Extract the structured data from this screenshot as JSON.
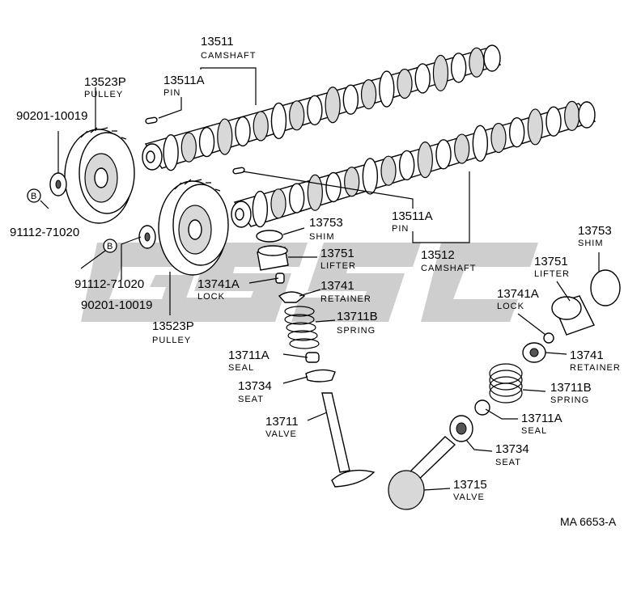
{
  "diagram": {
    "reference": "MA 6653-A",
    "watermark": "GSSC",
    "bolt_symbol": "B",
    "labels": [
      {
        "id": "camshaft-upper",
        "number": "13511",
        "name": "CAMSHAFT"
      },
      {
        "id": "pin-upper",
        "number": "13511A",
        "name": "PIN"
      },
      {
        "id": "pulley-upper",
        "number": "13523P",
        "name": "PULLEY"
      },
      {
        "id": "washer-upper",
        "number": "90201-10019",
        "name": ""
      },
      {
        "id": "bolt-upper",
        "number": "91112-71020",
        "name": ""
      },
      {
        "id": "bolt-lower",
        "number": "91112-71020",
        "name": ""
      },
      {
        "id": "washer-lower",
        "number": "90201-10019",
        "name": ""
      },
      {
        "id": "pulley-lower",
        "number": "13523P",
        "name": "PULLEY"
      },
      {
        "id": "pin-lower",
        "number": "13511A",
        "name": "PIN"
      },
      {
        "id": "camshaft-lower",
        "number": "13512",
        "name": "CAMSHAFT"
      },
      {
        "id": "shim-left",
        "number": "13753",
        "name": "SHIM"
      },
      {
        "id": "lifter-left",
        "number": "13751",
        "name": "LIFTER"
      },
      {
        "id": "lock-left",
        "number": "13741A",
        "name": "LOCK"
      },
      {
        "id": "retainer-left",
        "number": "13741",
        "name": "RETAINER"
      },
      {
        "id": "spring-left",
        "number": "13711B",
        "name": "SPRING"
      },
      {
        "id": "seal-left",
        "number": "13711A",
        "name": "SEAL"
      },
      {
        "id": "seat-left",
        "number": "13734",
        "name": "SEAT"
      },
      {
        "id": "valve-left",
        "number": "13711",
        "name": "VALVE"
      },
      {
        "id": "shim-right",
        "number": "13753",
        "name": "SHIM"
      },
      {
        "id": "lifter-right",
        "number": "13751",
        "name": "LIFTER"
      },
      {
        "id": "lock-right",
        "number": "13741A",
        "name": "LOCK"
      },
      {
        "id": "retainer-right",
        "number": "13741",
        "name": "RETAINER"
      },
      {
        "id": "spring-right",
        "number": "13711B",
        "name": "SPRING"
      },
      {
        "id": "seal-right",
        "number": "13711A",
        "name": "SEAL"
      },
      {
        "id": "seat-right",
        "number": "13734",
        "name": "SEAT"
      },
      {
        "id": "valve-right",
        "number": "13715",
        "name": "VALVE"
      }
    ]
  }
}
